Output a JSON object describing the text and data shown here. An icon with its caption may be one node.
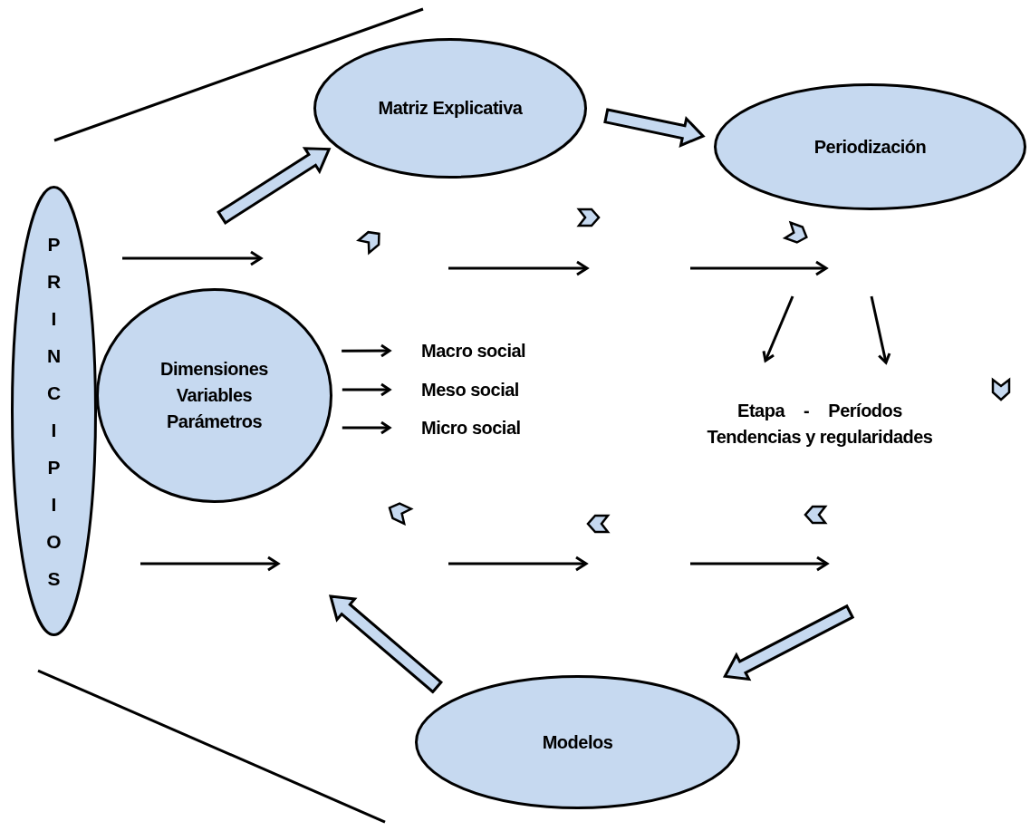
{
  "diagram": {
    "nodes": [
      {
        "text": [
          "PRINCIPIOS"
        ]
      },
      {
        "text": [
          "Matriz Explicativa"
        ]
      },
      {
        "text": [
          "Periodización"
        ]
      },
      {
        "text": [
          "Dimensiones",
          "Variables",
          "Parámetros"
        ]
      },
      {
        "text": [
          "Macro social"
        ]
      },
      {
        "text": [
          "Meso social"
        ]
      },
      {
        "text": [
          "Micro social"
        ]
      },
      {
        "text": [
          "Etapa - Períodos",
          "Tendencias y regularidades"
        ]
      },
      {
        "text": [
          "Modelos"
        ]
      }
    ],
    "edges": [
      {
        "from": 1,
        "to": 2,
        "arrow": "to",
        "style": "thick"
      },
      {
        "from": null,
        "to": 1,
        "arrow": "to",
        "style": "thick"
      },
      {
        "from": 3,
        "to": 4,
        "arrow": "to"
      },
      {
        "from": 3,
        "to": 5,
        "arrow": "to"
      },
      {
        "from": 3,
        "to": 6,
        "arrow": "to"
      },
      {
        "from": null,
        "to": 7,
        "arrow": "to"
      },
      {
        "from": null,
        "to": 7,
        "arrow": "to"
      },
      {
        "from": null,
        "to": 8,
        "arrow": "to",
        "style": "thick"
      },
      {
        "from": 8,
        "to": null,
        "arrow": "to",
        "style": "thick"
      }
    ]
  }
}
